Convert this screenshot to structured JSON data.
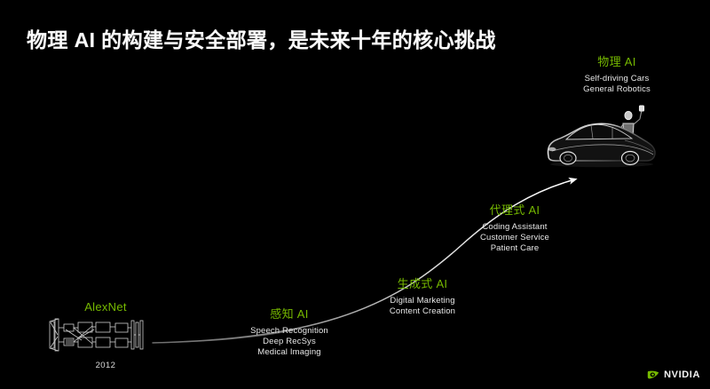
{
  "slide": {
    "title": "物理 AI 的构建与安全部署，是未来十年的核心挑战",
    "background_color": "#000000",
    "accent_color": "#76b900",
    "text_color": "#ffffff"
  },
  "origin": {
    "label": "AlexNet",
    "year": "2012",
    "diagram_name": "alexnet-architecture-diagram"
  },
  "stages": [
    {
      "id": "perception",
      "title": "感知 AI",
      "items": [
        "Speech Recognition",
        "Deep RecSys",
        "Medical Imaging"
      ]
    },
    {
      "id": "generative",
      "title": "生成式 AI",
      "items": [
        "Digital Marketing",
        "Content Creation"
      ]
    },
    {
      "id": "agentic",
      "title": "代理式 AI",
      "items": [
        "Coding Assistant",
        "Customer Service",
        "Patient Care"
      ]
    },
    {
      "id": "physical",
      "title": "物理 AI",
      "items": [
        "Self-driving Cars",
        "General Robotics"
      ]
    }
  ],
  "artwork": {
    "name": "self-driving-car-and-humanoid-robot-wireframe"
  },
  "brand": {
    "wordmark": "NVIDIA",
    "logo_icon": "nvidia-eye-icon",
    "logo_color": "#76b900"
  },
  "chart_data": {
    "type": "line",
    "title": "AI capability growth over time",
    "xlabel": "",
    "ylabel": "",
    "categories": [
      "AlexNet (2012)",
      "感知 AI",
      "生成式 AI",
      "代理式 AI",
      "物理 AI"
    ],
    "x": [
      0,
      1,
      2,
      3,
      4
    ],
    "values": [
      0,
      0.08,
      0.28,
      0.62,
      1.0
    ],
    "annotations": [
      "AlexNet 2012",
      "感知 AI: Speech Recognition, Deep RecSys, Medical Imaging",
      "生成式 AI: Digital Marketing, Content Creation",
      "代理式 AI: Coding Assistant, Customer Service, Patient Care",
      "物理 AI: Self-driving Cars, General Robotics"
    ],
    "grid": false,
    "legend": "none"
  }
}
